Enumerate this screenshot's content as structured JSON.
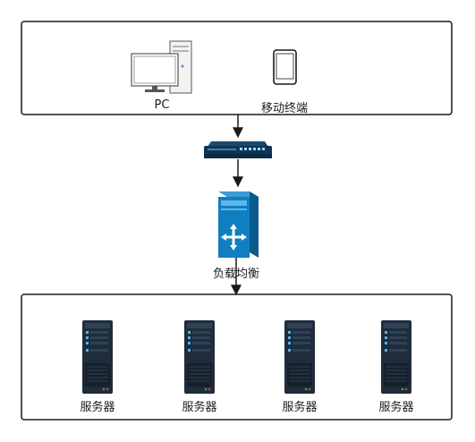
{
  "clients": {
    "pc_label": "PC",
    "mobile_label": "移动终端"
  },
  "load_balancer": {
    "label": "负载均衡"
  },
  "servers": [
    {
      "label": "服务器"
    },
    {
      "label": "服务器"
    },
    {
      "label": "服务器"
    },
    {
      "label": "服务器"
    }
  ],
  "colors": {
    "frame": "#1a1a1a",
    "switch_body": "#0f3554",
    "switch_port_light": "#9fd5f5",
    "lb_front": "#0f7fc1",
    "lb_side": "#0a5a8c",
    "server_body": "#1f2c3a",
    "server_light": "#4fb3ff",
    "led_red": "#e53935",
    "led_green": "#43a047"
  }
}
